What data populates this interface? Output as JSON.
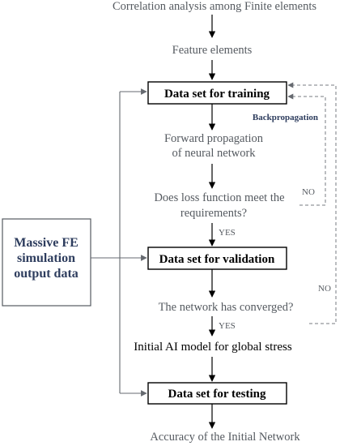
{
  "nodes": {
    "correlation": "Correlation analysis among Finite elements",
    "feature": "Feature elements",
    "training": "Data set for training",
    "forward_line1": "Forward propagation",
    "forward_line2": "of neural network",
    "loss_line1": "Does loss function meet the",
    "loss_line2": "requirements?",
    "validation": "Data set for validation",
    "converged": "The network has converged?",
    "initial_model": "Initial AI model for global stress",
    "testing": "Data set for testing",
    "accuracy": "Accuracy of the Initial Network",
    "source_line1": "Massive FE",
    "source_line2": "simulation",
    "source_line3": "output data"
  },
  "labels": {
    "backprop": "Backpropagation",
    "no_loss": "NO",
    "yes_loss": "YES",
    "no_converged": "NO",
    "yes_converged": "YES"
  },
  "colors": {
    "text_gray": "#555a60",
    "navy": "#2e3d5e",
    "box_border": "#000000"
  }
}
